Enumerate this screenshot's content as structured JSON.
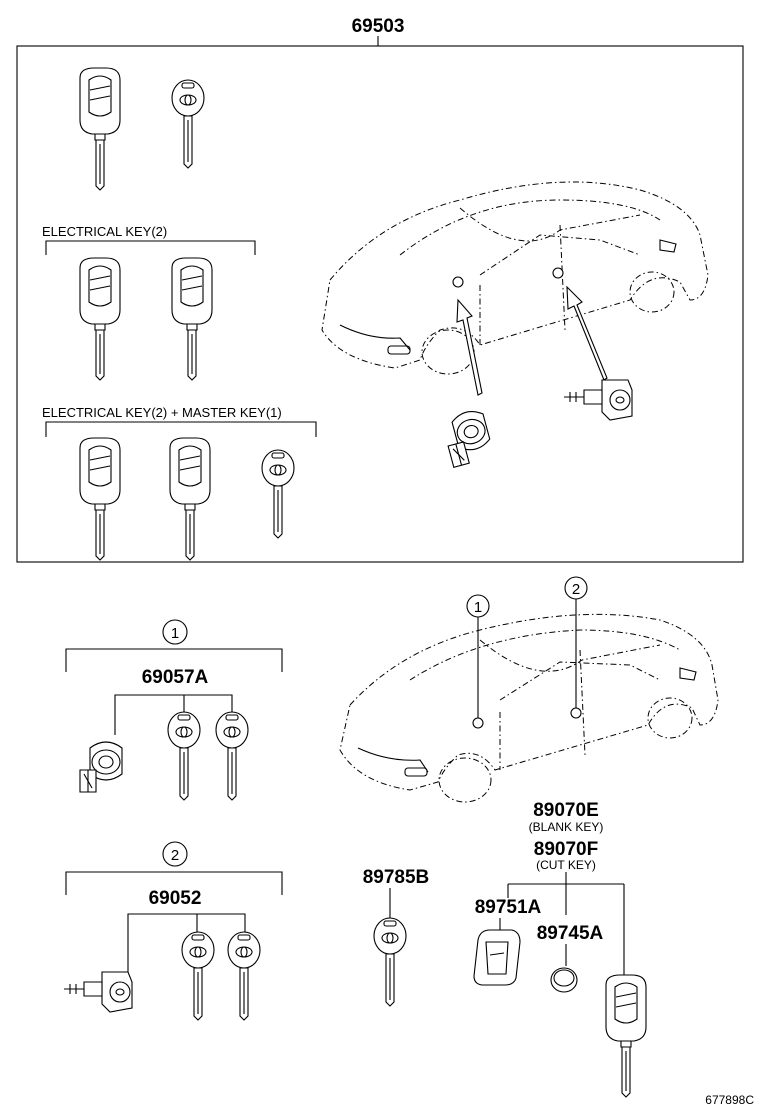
{
  "part_numbers": {
    "main_set": "69503",
    "cylinder_set_1": "69057A",
    "cylinder_set_2": "69052",
    "spare_key": "89785B",
    "blank_key": "89070E",
    "cut_key": "89070F",
    "case": "89751A",
    "battery": "89745A"
  },
  "labels": {
    "electrical_key_2": "ELECTRICAL KEY(2)",
    "electrical_master": "ELECTRICAL KEY(2) + MASTER KEY(1)",
    "blank_key_note": "(BLANK KEY)",
    "cut_key_note": "(CUT KEY)"
  },
  "callouts": {
    "one": "1",
    "two": "2"
  },
  "figure_code": "677898C"
}
